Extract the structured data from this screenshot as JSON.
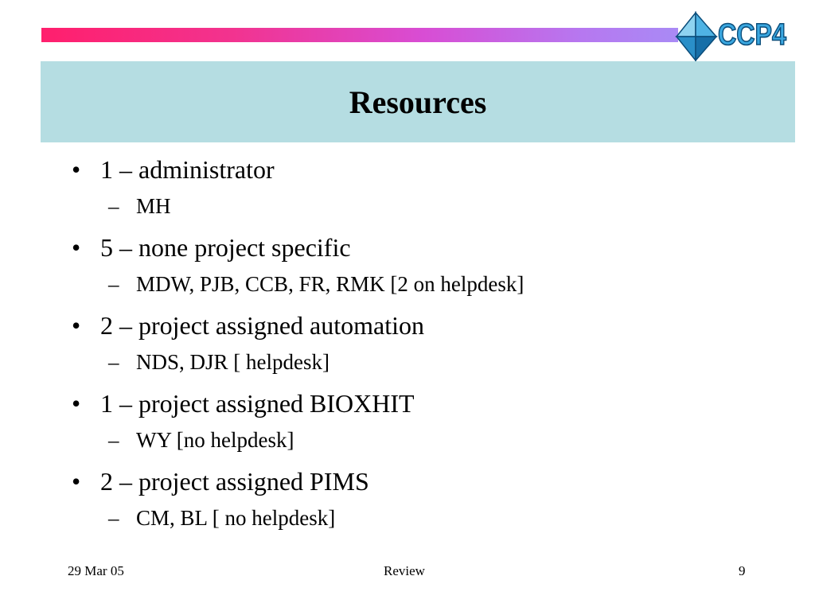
{
  "slide": {
    "title": "Resources",
    "logo_text": "CCP4",
    "logo_icon": "octahedron-diamond-icon",
    "colors": {
      "title_background": "#b5dde2",
      "bar_start": "#ff1f6d",
      "bar_end": "#a98af5",
      "logo_blue": "#1a7ab5"
    },
    "bullet_marker": "•",
    "sub_marker": "–",
    "bullets": [
      {
        "text": "1 – administrator",
        "sub": "MH"
      },
      {
        "text": "5 – none project specific",
        "sub": "MDW, PJB, CCB, FR, RMK [2 on helpdesk]"
      },
      {
        "text": "2 – project assigned automation",
        "sub": "NDS, DJR [ helpdesk]"
      },
      {
        "text": "1 – project assigned BIOXHIT",
        "sub": "WY [no helpdesk]"
      },
      {
        "text": "2 – project assigned PIMS",
        "sub": "CM, BL [ no helpdesk]"
      }
    ]
  },
  "footer": {
    "date": "29 Mar 05",
    "center": "Review",
    "page": "9"
  }
}
